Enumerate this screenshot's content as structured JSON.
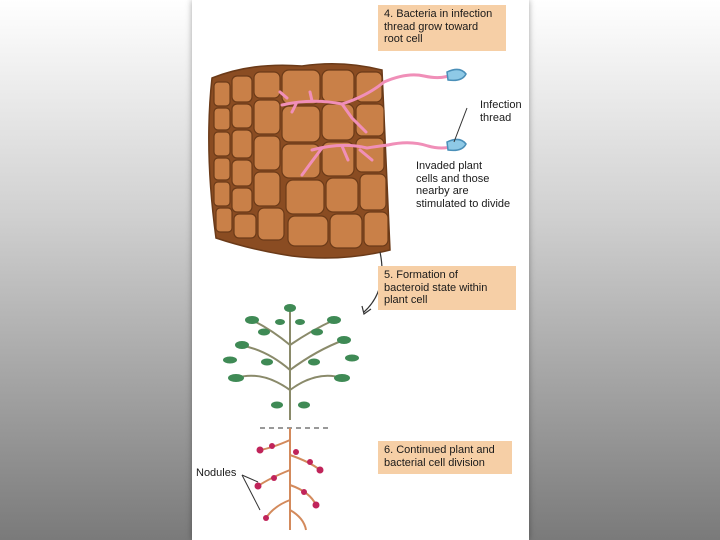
{
  "steps": [
    {
      "text": "4. Bacteria in infection\nthread grow toward\nroot cell"
    },
    {
      "text": "5. Formation of\nbacteroid state within\nplant cell"
    },
    {
      "text": "6. Continued plant and\nbacterial cell division"
    }
  ],
  "labels": {
    "infection_thread": "Infection\nthread",
    "invaded_cells": "Invaded plant\ncells and those\nnearby are\nstimulated to divide",
    "nodules": "Nodules"
  },
  "colors": {
    "callout_bg": "#f6cfa6",
    "root_tissue": "#b06a35",
    "cell_highlight": "#d99a64",
    "infection_thread": "#f08fb8",
    "bacteria_tip": "#8ec9e6",
    "leaf": "#3f8a55",
    "nodule": "#c0245a"
  }
}
